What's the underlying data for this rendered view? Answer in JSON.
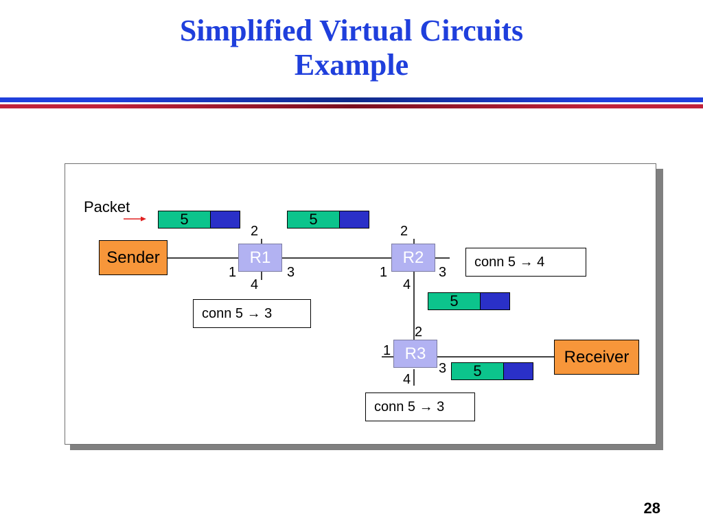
{
  "slide": {
    "title_line1": "Simplified Virtual Circuits",
    "title_line2": "Example",
    "page_number": "28",
    "title_color": "#1f3fdc",
    "rule_colors": [
      "#1f3fdc",
      "#c0223a"
    ]
  },
  "diagram": {
    "packet_label": "Packet",
    "sender": "Sender",
    "receiver": "Receiver",
    "routers": {
      "r1": {
        "name": "R1",
        "port_top": "2",
        "port_left": "1",
        "port_right": "3",
        "port_bottom": "4"
      },
      "r2": {
        "name": "R2",
        "port_top": "2",
        "port_left": "1",
        "port_right": "3",
        "port_bottom": "4"
      },
      "r3": {
        "name": "R3",
        "port_top": "2",
        "port_left": "1",
        "port_right": "3",
        "port_bottom": "4"
      }
    },
    "tables": {
      "r1": "conn 5 → 3",
      "r2": "conn 5 → 4",
      "r3": "conn 5 → 3"
    },
    "packets": {
      "p1": "5",
      "p2": "5",
      "p3": "5",
      "p4": "5"
    },
    "colors": {
      "endpoint_fill": "#f7963a",
      "router_fill": "#b2b2f2",
      "packet_vc_fill": "#0cc48c",
      "packet_data_fill": "#2a30c8",
      "arrow": "#e02020"
    }
  }
}
